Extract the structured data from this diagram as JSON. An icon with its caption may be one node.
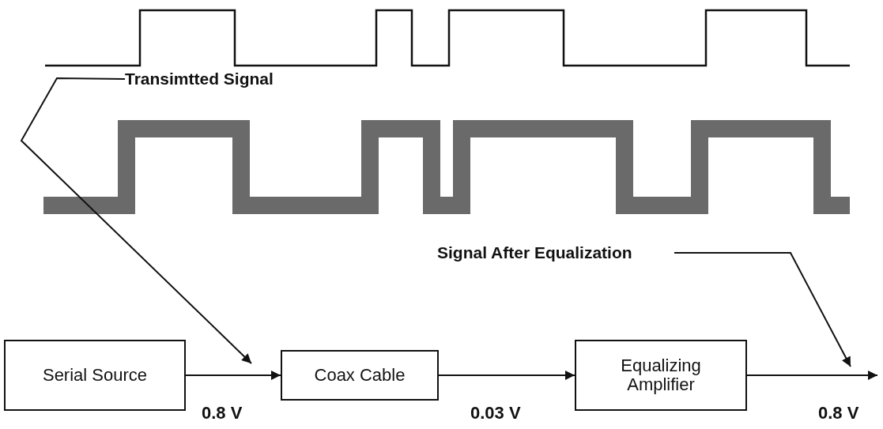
{
  "diagram": {
    "nodes": [
      {
        "text": [
          "Transimtted Signal"
        ]
      },
      {
        "text": [
          "Signal After Equalization"
        ]
      },
      {
        "text": [
          "Serial Source"
        ]
      },
      {
        "text": [
          "Coax Cable"
        ]
      },
      {
        "text": [
          "Equalizing Amplifier"
        ]
      }
    ],
    "edges": [
      {
        "from": 0,
        "to": null,
        "arrow": "to"
      },
      {
        "from": 1,
        "to": null,
        "arrow": "to"
      },
      {
        "from": 2,
        "to": 3,
        "arrow": "to"
      },
      {
        "from": 3,
        "to": 4,
        "arrow": "to"
      },
      {
        "from": 4,
        "to": null,
        "arrow": "to"
      }
    ],
    "labels": [
      "0.8 V",
      "0.03 V",
      "0.8 V"
    ]
  }
}
